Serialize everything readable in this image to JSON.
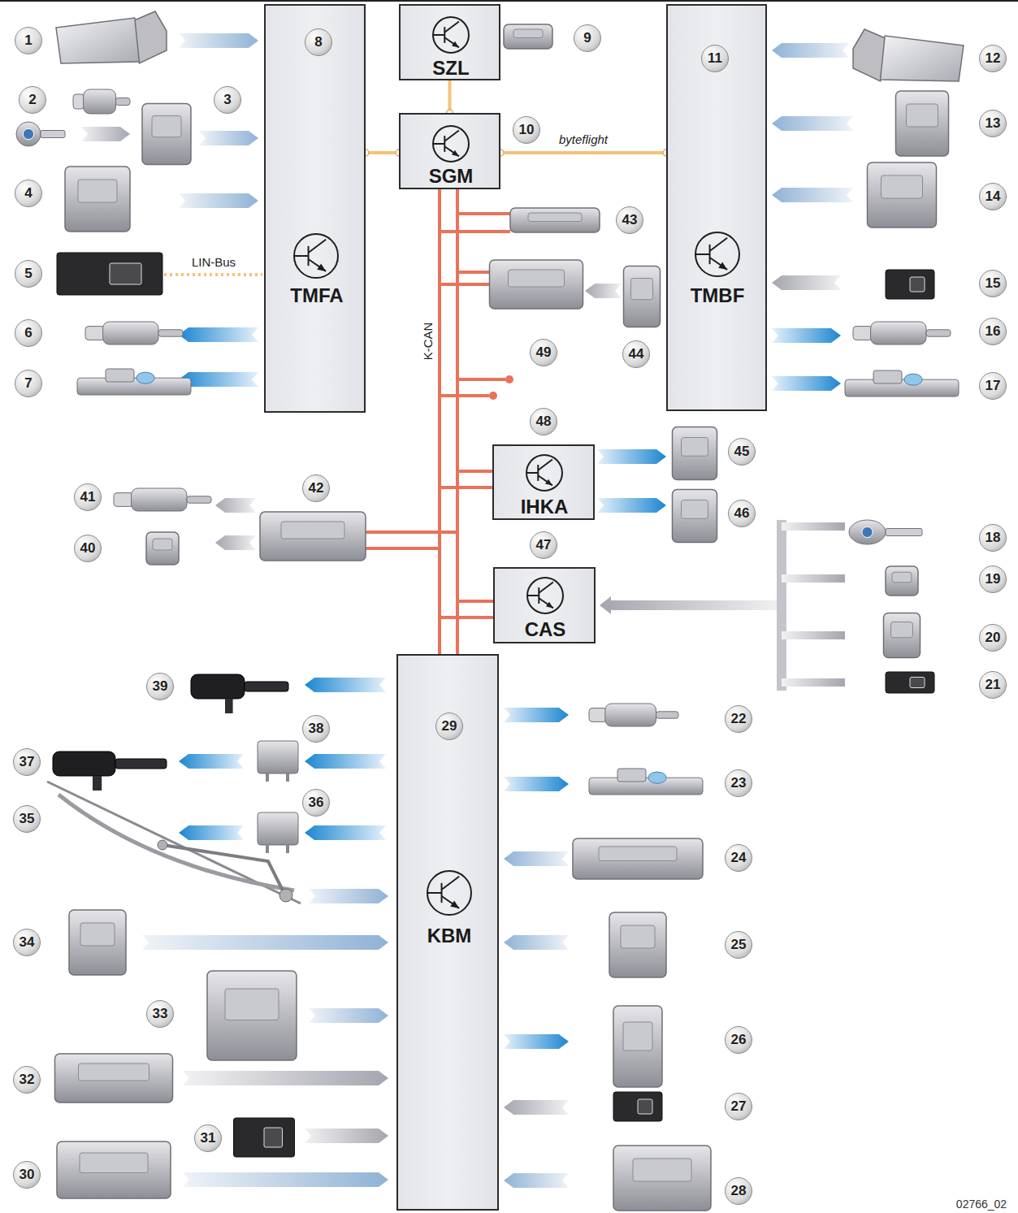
{
  "diagram": {
    "nodes": [
      {
        "text": [
          "8",
          "TMFA"
        ]
      },
      {
        "text": [
          "SZL"
        ]
      },
      {
        "text": [
          "SGM"
        ]
      },
      {
        "text": [
          "11",
          "TMBF"
        ]
      },
      {
        "text": [
          "IHKA"
        ]
      },
      {
        "text": [
          "CAS"
        ]
      },
      {
        "text": [
          "29",
          "KBM"
        ]
      }
    ],
    "edges": [
      {
        "from": 1,
        "to": 2,
        "arrow": "none"
      },
      {
        "from": 0,
        "to": 2,
        "arrow": "none"
      },
      {
        "from": 2,
        "to": 3,
        "arrow": "none",
        "label": "byteflight"
      },
      {
        "from": 2,
        "to": 6,
        "arrow": "none"
      },
      {
        "from": 2,
        "to": 4,
        "arrow": "none"
      },
      {
        "from": 2,
        "to": 5,
        "arrow": "none"
      }
    ],
    "labels": [
      "1",
      "2",
      "3",
      "4",
      "5",
      "6",
      "7",
      "9",
      "10",
      "12",
      "13",
      "14",
      "15",
      "16",
      "17",
      "18",
      "19",
      "20",
      "21",
      "22",
      "23",
      "24",
      "25",
      "26",
      "27",
      "28",
      "30",
      "31",
      "32",
      "33",
      "34",
      "35",
      "36",
      "37",
      "38",
      "39",
      "40",
      "41",
      "42",
      "43",
      "44",
      "45",
      "46",
      "47",
      "48",
      "49",
      "LIN-Bus",
      "K-CAN",
      "02766_02"
    ]
  }
}
